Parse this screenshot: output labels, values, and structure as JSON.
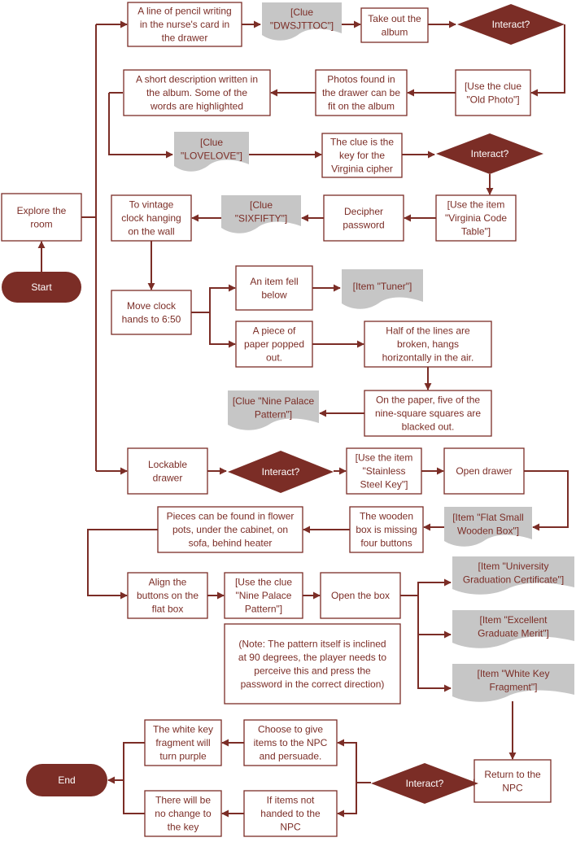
{
  "nodes": {
    "start": [
      "Start"
    ],
    "end": [
      "End"
    ],
    "explore": [
      "Explore the",
      "room"
    ],
    "pencil": [
      "A line of pencil writing",
      "in the nurse's card in",
      "the drawer"
    ],
    "clue_dwsjttoc": [
      "[Clue",
      "\"DWSJTTOC\"]"
    ],
    "take_album": [
      "Take out the",
      "album"
    ],
    "interact1": [
      "Interact?"
    ],
    "use_old_photo": [
      "[Use the clue",
      "\"Old Photo\"]"
    ],
    "photos_found": [
      "Photos found in",
      "the drawer can be",
      "fit on the album"
    ],
    "short_desc": [
      "A short description written in",
      "the album. Some of the",
      "words are highlighted"
    ],
    "clue_lovelove": [
      "[Clue",
      "\"LOVELOVE\"]"
    ],
    "key_virginia": [
      "The clue is the",
      "key for the",
      "Virginia cipher"
    ],
    "interact2": [
      "Interact?"
    ],
    "use_virginia_table": [
      "[Use the item",
      "\"Virginia Code",
      "Table\"]"
    ],
    "decipher": [
      "Decipher",
      "password"
    ],
    "clue_sixfifty": [
      "[Clue",
      "\"SIXFIFTY\"]"
    ],
    "vintage_clock": [
      "To vintage",
      "clock hanging",
      "on the wall"
    ],
    "move_clock": [
      "Move clock",
      "hands to 6:50"
    ],
    "item_fell": [
      "An item fell",
      "below"
    ],
    "item_tuner": [
      "[Item \"Tuner\"]"
    ],
    "paper_popped": [
      "A piece of",
      "paper popped",
      "out."
    ],
    "half_lines": [
      "Half of the lines are",
      "broken, hangs",
      "horizontally in the air."
    ],
    "five_squares": [
      "On the paper, five of the",
      "nine-square squares are",
      "blacked out."
    ],
    "clue_nine_palace": [
      "[Clue \"Nine Palace",
      "Pattern\"]"
    ],
    "lockable_drawer": [
      "Lockable",
      "drawer"
    ],
    "interact3": [
      "Interact?"
    ],
    "use_steel_key": [
      "[Use the item",
      "\"Stainless",
      "Steel Key\"]"
    ],
    "open_drawer": [
      "Open drawer"
    ],
    "item_flat_box": [
      "[Item \"Flat Small",
      "Wooden Box\"]"
    ],
    "wooden_box_missing": [
      "The wooden",
      "box is missing",
      "four buttons"
    ],
    "pieces_found": [
      "Pieces can be found in flower",
      "pots, under the cabinet, on",
      "sofa, behind heater"
    ],
    "align_buttons": [
      "Align the",
      "buttons on the",
      "flat box"
    ],
    "use_nine_palace": [
      "[Use the clue",
      "\"Nine Palace",
      "Pattern\"]"
    ],
    "open_box": [
      "Open the box"
    ],
    "item_certificate": [
      "[Item \"University",
      "Graduation Certificate\"]"
    ],
    "item_merit": [
      "[Item \"Excellent",
      "Graduate Merit\"]"
    ],
    "item_white_key": [
      "[Item \"White Key",
      "Fragment\"]"
    ],
    "note": [
      "(Note: The pattern itself is inclined",
      "at 90 degrees, the player needs to",
      "perceive this and press the",
      "password in the correct direction)"
    ],
    "return_npc": [
      "Return to the",
      "NPC"
    ],
    "interact4": [
      "Interact?"
    ],
    "choose_give": [
      "Choose to give",
      "items to the NPC",
      "and persuade."
    ],
    "not_handed": [
      "If items not",
      "handed to the",
      "NPC"
    ],
    "turn_purple": [
      "The white key",
      "fragment will",
      "turn purple"
    ],
    "no_change": [
      "There will be",
      "no change to",
      "the key"
    ]
  }
}
